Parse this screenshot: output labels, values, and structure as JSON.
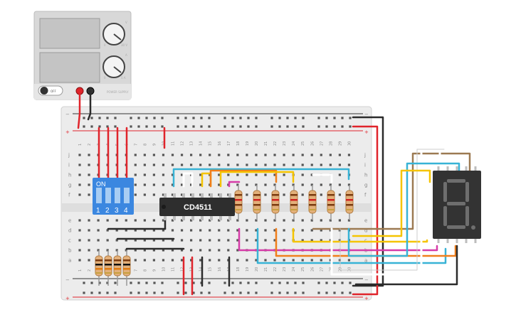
{
  "power_supply": {
    "off_label": "OFF",
    "voltage_unit": "V",
    "current_unit": "A",
    "voltage_max": "30 V",
    "current_max": "5 A",
    "knob_min": "0",
    "brand": "POWER SUPPLY"
  },
  "breadboard": {
    "rail_minus": "−",
    "rail_plus": "+",
    "rows_top": [
      "j",
      "i",
      "h",
      "g",
      "f"
    ],
    "rows_bottom": [
      "e",
      "d",
      "c",
      "b",
      "a"
    ],
    "columns": [
      "1",
      "2",
      "3",
      "4",
      "5",
      "6",
      "7",
      "8",
      "9",
      "10",
      "11",
      "12",
      "13",
      "14",
      "15",
      "16",
      "17",
      "18",
      "19",
      "20",
      "21",
      "22",
      "23",
      "24",
      "25",
      "26",
      "27",
      "28",
      "29",
      "30"
    ]
  },
  "dip_switch": {
    "on_label": "ON",
    "switch_numbers": [
      "1",
      "2",
      "3",
      "4"
    ]
  },
  "ic": {
    "label": "CD4511"
  },
  "colors": {
    "wire_red": "#e0242b",
    "wire_black": "#2b2b2b",
    "wire_cyan": "#38b3d6",
    "wire_yellow": "#f5c400",
    "wire_orange": "#f07e1b",
    "wire_magenta": "#d63ca8",
    "wire_brown": "#9c7a52",
    "wire_white": "#ffffff",
    "dip_blue": "#3b87e0",
    "ic_body": "#2e2e2e",
    "display_body": "#333333"
  }
}
